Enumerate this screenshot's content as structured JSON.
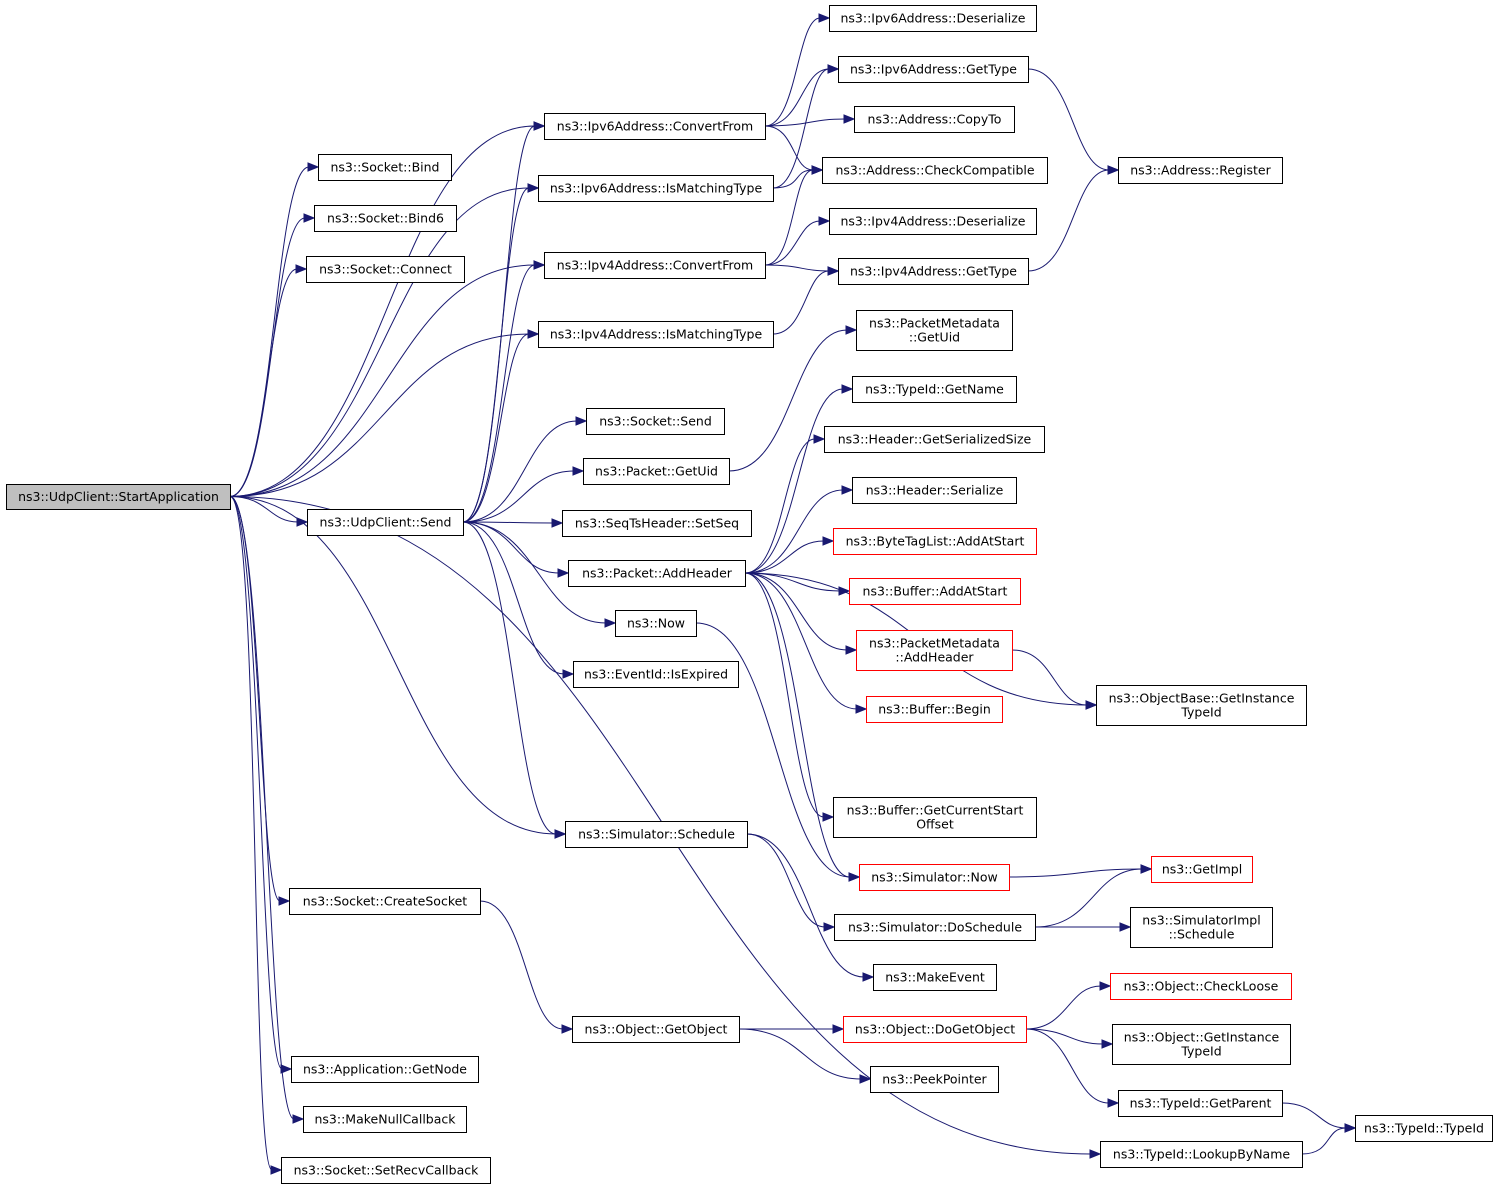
{
  "title": "ns3::UdpClient::StartApplication",
  "colors": {
    "edge": "#191970",
    "root_fill": "#bfbfbf",
    "normal_border": "#000000",
    "truncated_border": "#ff0000"
  },
  "nodes": {
    "start": {
      "lines": [
        "ns3::UdpClient::StartApplication"
      ],
      "style": "root"
    },
    "bind": {
      "lines": [
        "ns3::Socket::Bind"
      ],
      "style": "normal"
    },
    "bind6": {
      "lines": [
        "ns3::Socket::Bind6"
      ],
      "style": "normal"
    },
    "connect": {
      "lines": [
        "ns3::Socket::Connect"
      ],
      "style": "normal"
    },
    "v6conv": {
      "lines": [
        "ns3::Ipv6Address::ConvertFrom"
      ],
      "style": "normal"
    },
    "v6match": {
      "lines": [
        "ns3::Ipv6Address::IsMatchingType"
      ],
      "style": "normal"
    },
    "v4conv": {
      "lines": [
        "ns3::Ipv4Address::ConvertFrom"
      ],
      "style": "normal"
    },
    "v4match": {
      "lines": [
        "ns3::Ipv4Address::IsMatchingType"
      ],
      "style": "normal"
    },
    "send": {
      "lines": [
        "ns3::UdpClient::Send"
      ],
      "style": "normal"
    },
    "sksend": {
      "lines": [
        "ns3::Socket::Send"
      ],
      "style": "normal"
    },
    "getuid": {
      "lines": [
        "ns3::Packet::GetUid"
      ],
      "style": "normal"
    },
    "setseq": {
      "lines": [
        "ns3::SeqTsHeader::SetSeq"
      ],
      "style": "normal"
    },
    "addheader": {
      "lines": [
        "ns3::Packet::AddHeader"
      ],
      "style": "normal"
    },
    "now": {
      "lines": [
        "ns3::Now"
      ],
      "style": "normal"
    },
    "isexpired": {
      "lines": [
        "ns3::EventId::IsExpired"
      ],
      "style": "normal"
    },
    "schedule": {
      "lines": [
        "ns3::Simulator::Schedule"
      ],
      "style": "normal"
    },
    "createsock": {
      "lines": [
        "ns3::Socket::CreateSocket"
      ],
      "style": "normal"
    },
    "getobject": {
      "lines": [
        "ns3::Object::GetObject"
      ],
      "style": "normal"
    },
    "getnode": {
      "lines": [
        "ns3::Application::GetNode"
      ],
      "style": "normal"
    },
    "mknull": {
      "lines": [
        "ns3::MakeNullCallback"
      ],
      "style": "normal"
    },
    "setrecv": {
      "lines": [
        "ns3::Socket::SetRecvCallback"
      ],
      "style": "normal"
    },
    "v6deser": {
      "lines": [
        "ns3::Ipv6Address::Deserialize"
      ],
      "style": "normal"
    },
    "v6type": {
      "lines": [
        "ns3::Ipv6Address::GetType"
      ],
      "style": "normal"
    },
    "copyto": {
      "lines": [
        "ns3::Address::CopyTo"
      ],
      "style": "normal"
    },
    "checkcomp": {
      "lines": [
        "ns3::Address::CheckCompatible"
      ],
      "style": "normal"
    },
    "v4deser": {
      "lines": [
        "ns3::Ipv4Address::Deserialize"
      ],
      "style": "normal"
    },
    "v4type": {
      "lines": [
        "ns3::Ipv4Address::GetType"
      ],
      "style": "normal"
    },
    "register": {
      "lines": [
        "ns3::Address::Register"
      ],
      "style": "normal"
    },
    "pmuid": {
      "lines": [
        "ns3::PacketMetadata",
        "::GetUid"
      ],
      "style": "normal"
    },
    "tidname": {
      "lines": [
        "ns3::TypeId::GetName"
      ],
      "style": "normal"
    },
    "hdrsize": {
      "lines": [
        "ns3::Header::GetSerializedSize"
      ],
      "style": "normal"
    },
    "hdrser": {
      "lines": [
        "ns3::Header::Serialize"
      ],
      "style": "normal"
    },
    "btladd": {
      "lines": [
        "ns3::ByteTagList::AddAtStart"
      ],
      "style": "red"
    },
    "bufadd": {
      "lines": [
        "ns3::Buffer::AddAtStart"
      ],
      "style": "red"
    },
    "pmadd": {
      "lines": [
        "ns3::PacketMetadata",
        "::AddHeader"
      ],
      "style": "red"
    },
    "bufbegin": {
      "lines": [
        "ns3::Buffer::Begin"
      ],
      "style": "red"
    },
    "objbase": {
      "lines": [
        "ns3::ObjectBase::GetInstance",
        "TypeId"
      ],
      "style": "normal"
    },
    "bufcur": {
      "lines": [
        "ns3::Buffer::GetCurrentStart",
        "Offset"
      ],
      "style": "normal"
    },
    "simnow": {
      "lines": [
        "ns3::Simulator::Now"
      ],
      "style": "red"
    },
    "getimpl": {
      "lines": [
        "ns3::GetImpl"
      ],
      "style": "red"
    },
    "dosched": {
      "lines": [
        "ns3::Simulator::DoSchedule"
      ],
      "style": "normal"
    },
    "simimpl": {
      "lines": [
        "ns3::SimulatorImpl",
        "::Schedule"
      ],
      "style": "normal"
    },
    "mkevent": {
      "lines": [
        "ns3::MakeEvent"
      ],
      "style": "normal"
    },
    "chkloose": {
      "lines": [
        "ns3::Object::CheckLoose"
      ],
      "style": "red"
    },
    "dogetobj": {
      "lines": [
        "ns3::Object::DoGetObject"
      ],
      "style": "red"
    },
    "objinst": {
      "lines": [
        "ns3::Object::GetInstance",
        "TypeId"
      ],
      "style": "normal"
    },
    "getparent": {
      "lines": [
        "ns3::TypeId::GetParent"
      ],
      "style": "normal"
    },
    "peekptr": {
      "lines": [
        "ns3::PeekPointer"
      ],
      "style": "normal"
    },
    "typeid": {
      "lines": [
        "ns3::TypeId::TypeId"
      ],
      "style": "normal"
    },
    "lookup": {
      "lines": [
        "ns3::TypeId::LookupByName"
      ],
      "style": "normal"
    }
  },
  "edges": [
    [
      "start",
      "bind"
    ],
    [
      "start",
      "bind6"
    ],
    [
      "start",
      "connect"
    ],
    [
      "start",
      "v6conv"
    ],
    [
      "start",
      "v6match"
    ],
    [
      "start",
      "v4conv"
    ],
    [
      "start",
      "v4match"
    ],
    [
      "start",
      "send"
    ],
    [
      "start",
      "schedule"
    ],
    [
      "start",
      "createsock"
    ],
    [
      "start",
      "getnode"
    ],
    [
      "start",
      "mknull"
    ],
    [
      "start",
      "setrecv"
    ],
    [
      "start",
      "lookup"
    ],
    [
      "send",
      "v6conv"
    ],
    [
      "send",
      "v6match"
    ],
    [
      "send",
      "v4conv"
    ],
    [
      "send",
      "v4match"
    ],
    [
      "send",
      "sksend"
    ],
    [
      "send",
      "getuid"
    ],
    [
      "send",
      "setseq"
    ],
    [
      "send",
      "addheader"
    ],
    [
      "send",
      "now"
    ],
    [
      "send",
      "isexpired"
    ],
    [
      "send",
      "schedule"
    ],
    [
      "v6conv",
      "v6deser"
    ],
    [
      "v6conv",
      "v6type"
    ],
    [
      "v6conv",
      "copyto"
    ],
    [
      "v6conv",
      "checkcomp"
    ],
    [
      "v6match",
      "v6type"
    ],
    [
      "v6match",
      "checkcomp"
    ],
    [
      "v4conv",
      "checkcomp"
    ],
    [
      "v4conv",
      "v4deser"
    ],
    [
      "v4conv",
      "v4type"
    ],
    [
      "v4match",
      "v4type"
    ],
    [
      "v6type",
      "register"
    ],
    [
      "v4type",
      "register"
    ],
    [
      "getuid",
      "pmuid"
    ],
    [
      "addheader",
      "tidname"
    ],
    [
      "addheader",
      "hdrsize"
    ],
    [
      "addheader",
      "hdrser"
    ],
    [
      "addheader",
      "btladd"
    ],
    [
      "addheader",
      "bufadd"
    ],
    [
      "addheader",
      "pmadd"
    ],
    [
      "addheader",
      "bufbegin"
    ],
    [
      "addheader",
      "objbase"
    ],
    [
      "addheader",
      "bufcur"
    ],
    [
      "addheader",
      "simnow"
    ],
    [
      "pmadd",
      "objbase"
    ],
    [
      "now",
      "simnow"
    ],
    [
      "simnow",
      "getimpl"
    ],
    [
      "schedule",
      "dosched"
    ],
    [
      "schedule",
      "mkevent"
    ],
    [
      "dosched",
      "getimpl"
    ],
    [
      "dosched",
      "simimpl"
    ],
    [
      "createsock",
      "getobject"
    ],
    [
      "getobject",
      "dogetobj"
    ],
    [
      "getobject",
      "peekptr"
    ],
    [
      "dogetobj",
      "chkloose"
    ],
    [
      "dogetobj",
      "objinst"
    ],
    [
      "dogetobj",
      "getparent"
    ],
    [
      "getparent",
      "typeid"
    ],
    [
      "lookup",
      "typeid"
    ]
  ]
}
